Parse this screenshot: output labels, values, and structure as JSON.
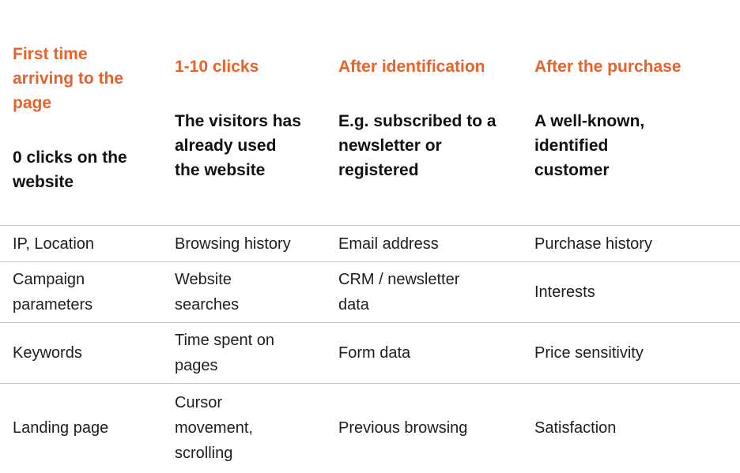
{
  "colors": {
    "accent_orange": "#E8622C",
    "heading_text": "#111111",
    "body_text": "#1E1E1E",
    "divider": "#C8C8C8",
    "background": "#FFFFFF"
  },
  "chart_data": {
    "type": "table",
    "title": "",
    "columns": [
      {
        "title": "First time\narriving to the\npage",
        "subtitle": "0 clicks on the\nwebsite"
      },
      {
        "title": "1-10 clicks",
        "subtitle": "The visitors has\nalready used\nthe website"
      },
      {
        "title": "After identification",
        "subtitle": "E.g. subscribed to a\nnewsletter or\nregistered"
      },
      {
        "title": "After the purchase",
        "subtitle": "A well-known,\nidentified\ncustomer"
      }
    ],
    "rows": [
      [
        "IP, Location",
        "Browsing history",
        "Email address",
        "Purchase history"
      ],
      [
        "Campaign\nparameters",
        "Website\nsearches",
        "CRM / newsletter\ndata",
        "Interests"
      ],
      [
        "Keywords",
        "Time spent on\npages",
        "Form data",
        "Price sensitivity"
      ],
      [
        "Landing page",
        "Cursor\nmovement,\nscrolling",
        "Previous browsing",
        "Satisfaction"
      ]
    ]
  }
}
